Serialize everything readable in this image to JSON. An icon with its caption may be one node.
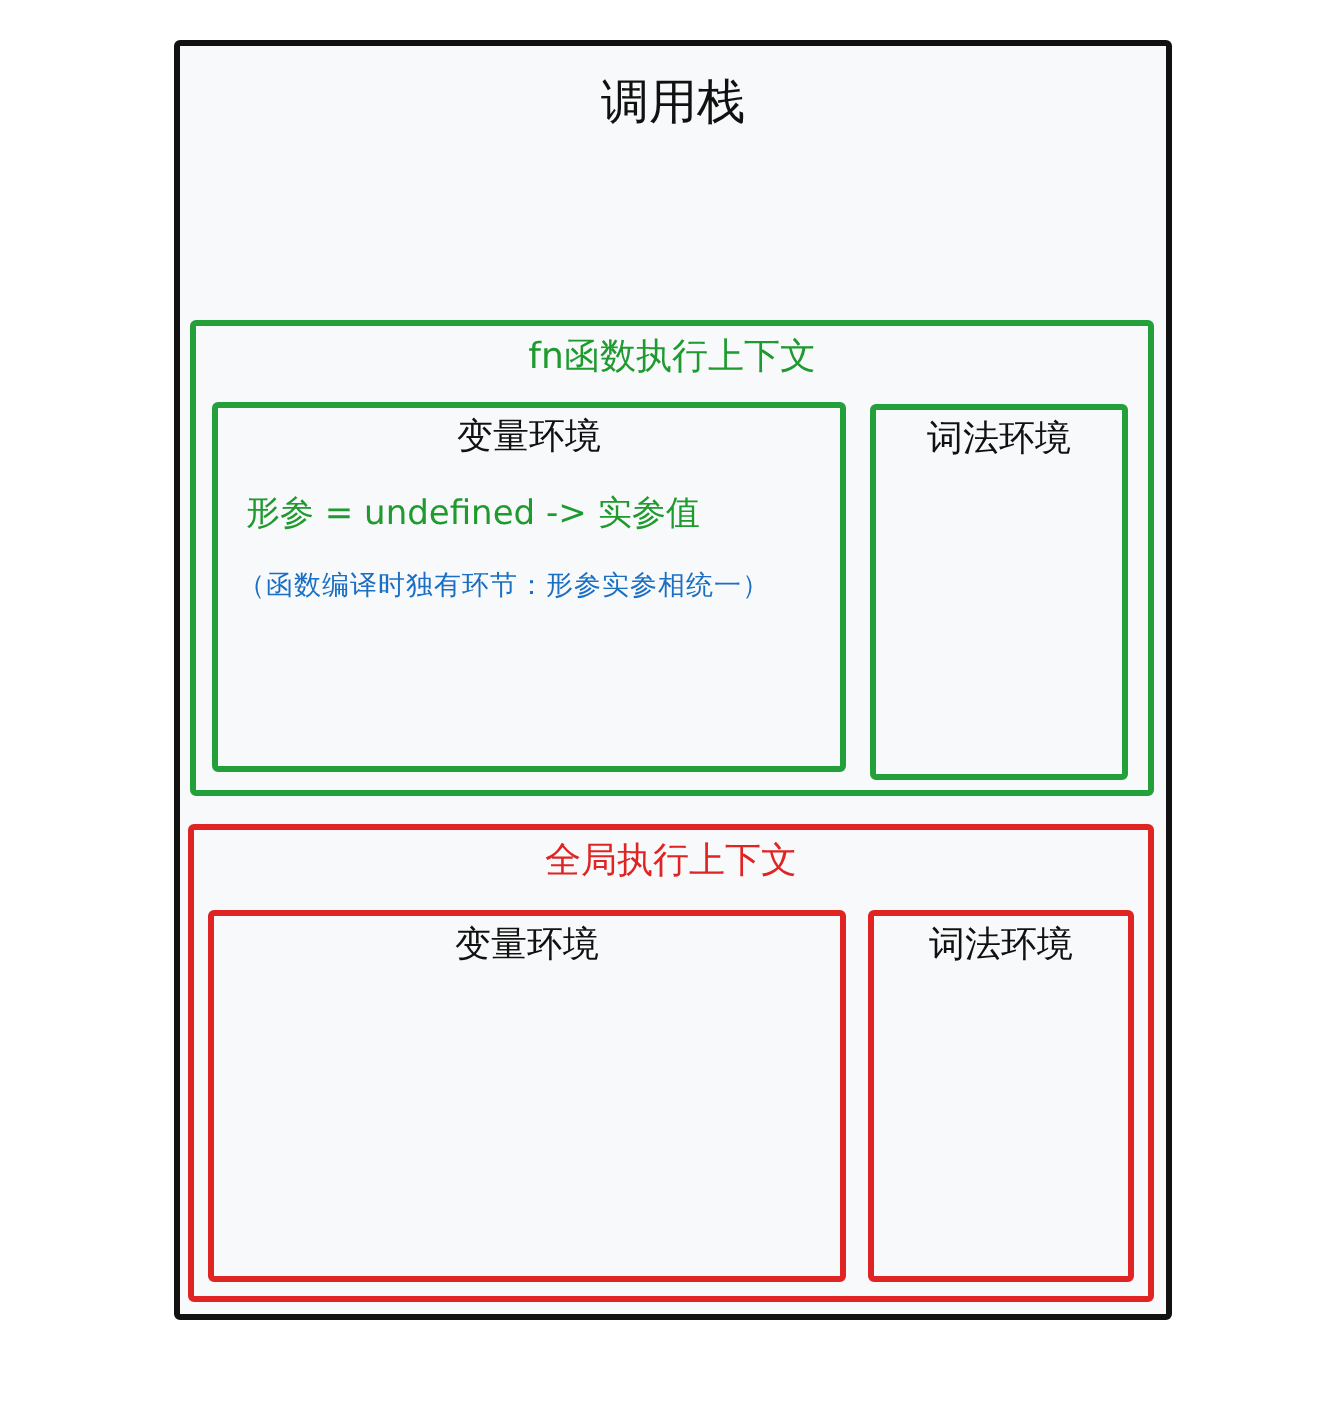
{
  "diagram": {
    "nodes": [
      {
        "text": [
          "调用栈"
        ]
      },
      {
        "text": [
          "fn函数执行上下文"
        ],
        "in": 0
      },
      {
        "text": [
          "变量环境",
          "形参 = undefined -> 实参值",
          "（函数编译时独有环节：形参实参相统一）"
        ],
        "in": 1
      },
      {
        "text": [
          "词法环境"
        ],
        "in": 1
      },
      {
        "text": [
          "全局执行上下文"
        ],
        "in": 0
      },
      {
        "text": [
          "变量环境"
        ],
        "in": 4
      },
      {
        "text": [
          "词法环境"
        ],
        "in": 4
      }
    ]
  }
}
